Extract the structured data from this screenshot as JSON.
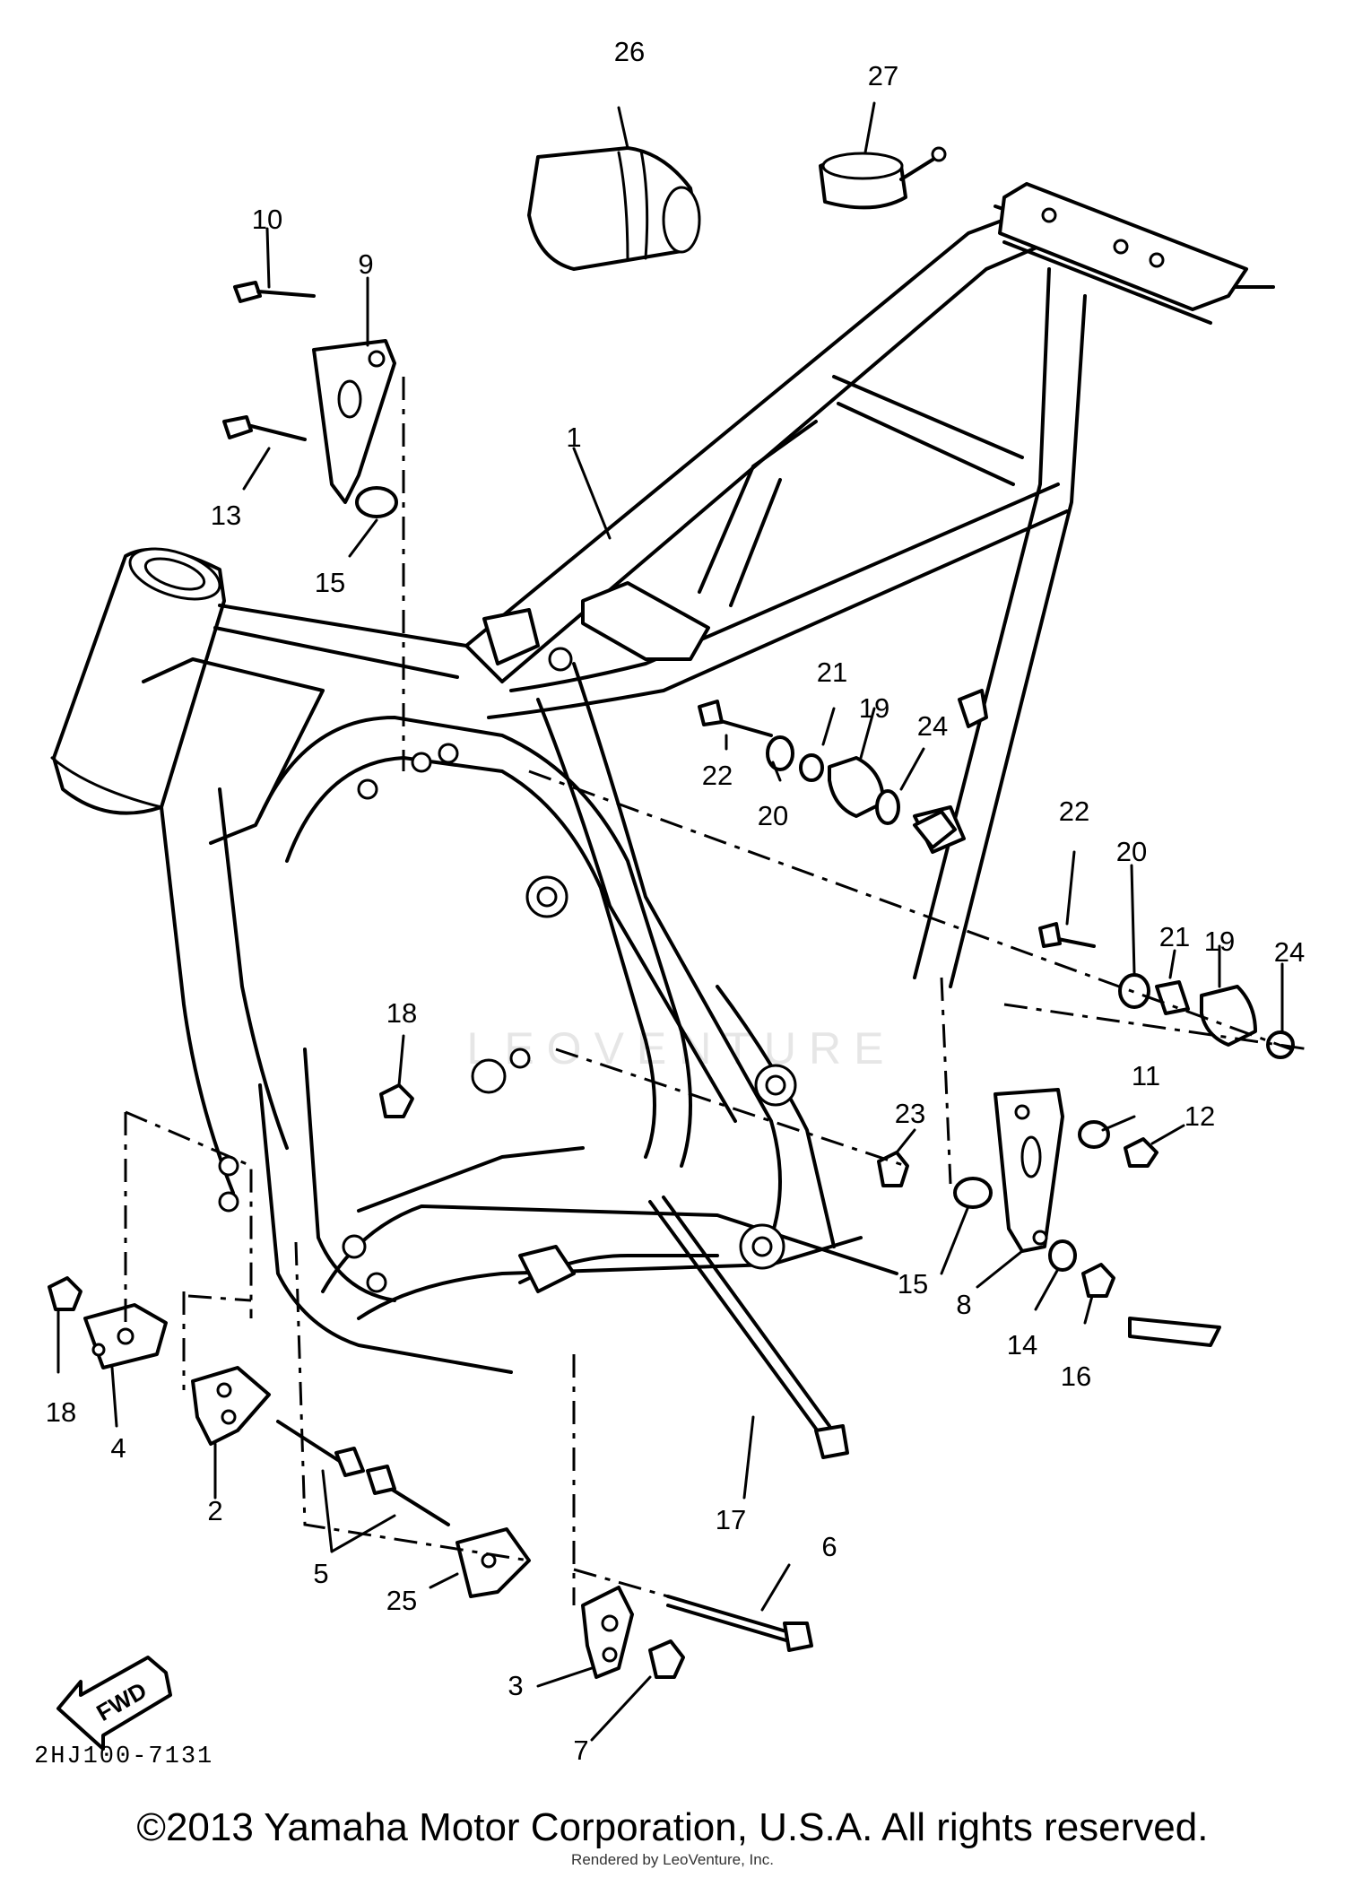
{
  "diagram": {
    "callouts": [
      {
        "id": "c1",
        "label": "1"
      },
      {
        "id": "c2",
        "label": "2"
      },
      {
        "id": "c3",
        "label": "3"
      },
      {
        "id": "c4",
        "label": "4"
      },
      {
        "id": "c5",
        "label": "5"
      },
      {
        "id": "c6",
        "label": "6"
      },
      {
        "id": "c7",
        "label": "7"
      },
      {
        "id": "c8",
        "label": "8"
      },
      {
        "id": "c9",
        "label": "9"
      },
      {
        "id": "c10",
        "label": "10"
      },
      {
        "id": "c11",
        "label": "11"
      },
      {
        "id": "c12",
        "label": "12"
      },
      {
        "id": "c13",
        "label": "13"
      },
      {
        "id": "c14",
        "label": "14"
      },
      {
        "id": "c15a",
        "label": "15"
      },
      {
        "id": "c15b",
        "label": "15"
      },
      {
        "id": "c16",
        "label": "16"
      },
      {
        "id": "c17",
        "label": "17"
      },
      {
        "id": "c18a",
        "label": "18"
      },
      {
        "id": "c18b",
        "label": "18"
      },
      {
        "id": "c19a",
        "label": "19"
      },
      {
        "id": "c19b",
        "label": "19"
      },
      {
        "id": "c20a",
        "label": "20"
      },
      {
        "id": "c20b",
        "label": "20"
      },
      {
        "id": "c21a",
        "label": "21"
      },
      {
        "id": "c21b",
        "label": "21"
      },
      {
        "id": "c22a",
        "label": "22"
      },
      {
        "id": "c22b",
        "label": "22"
      },
      {
        "id": "c23",
        "label": "23"
      },
      {
        "id": "c24a",
        "label": "24"
      },
      {
        "id": "c24b",
        "label": "24"
      },
      {
        "id": "c25",
        "label": "25"
      },
      {
        "id": "c26",
        "label": "26"
      },
      {
        "id": "c27",
        "label": "27"
      }
    ],
    "fwd_label": "FWD",
    "drawing_number": "2HJ100-7131"
  },
  "footer": {
    "copyright": "©2013 Yamaha Motor Corporation, U.S.A. All rights reserved.",
    "rendered_by": "Rendered by LeoVenture, Inc."
  },
  "watermark": {
    "text": "LEOVENTURE"
  }
}
